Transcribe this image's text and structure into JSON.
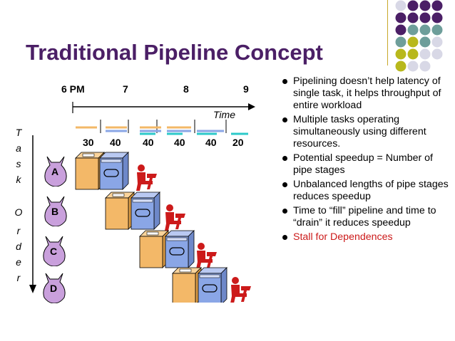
{
  "slide": {
    "title": "Traditional Pipeline Concept"
  },
  "timeline": {
    "ticks": [
      "6 PM",
      "7",
      "8",
      "9"
    ],
    "axis_label": "Time",
    "durations": [
      "30",
      "40",
      "40",
      "40",
      "40",
      "20"
    ]
  },
  "task_order_label": [
    "T",
    "a",
    "s",
    "k",
    "O",
    "r",
    "d",
    "e",
    "r"
  ],
  "tasks": [
    "A",
    "B",
    "C",
    "D"
  ],
  "bullets": [
    {
      "text": "Pipelining doesn’t help latency of single task, it helps throughput of entire workload",
      "color": "#000000"
    },
    {
      "text": "Multiple tasks operating simultaneously using different resources.",
      "color": "#000000"
    },
    {
      "text": "Potential speedup = Number of pipe stages",
      "color": "#000000"
    },
    {
      "text": "Unbalanced lengths of pipe stages reduces speedup",
      "color": "#000000"
    },
    {
      "text": "Time to “fill” pipeline and time to “drain” it reduces speedup",
      "color": "#000000"
    },
    {
      "text": "Stall for Dependences",
      "color": "#cc1a1a"
    }
  ],
  "colors": {
    "title": "#4b1f66",
    "washer": "#f3b868",
    "dryer": "#8aa6e6",
    "folder": "#cc1a1a",
    "bag": "#c9a0dc",
    "purple_dot": "#4b1f66",
    "teal_dot": "#6e9e9a",
    "olive_dot": "#b8b81c",
    "light_dot": "#d8d8e6"
  },
  "icons": [
    "laundry-bag-icon",
    "washer-icon",
    "dryer-icon",
    "folding-person-icon",
    "bullet-dot-icon",
    "decor-dot-icon"
  ]
}
